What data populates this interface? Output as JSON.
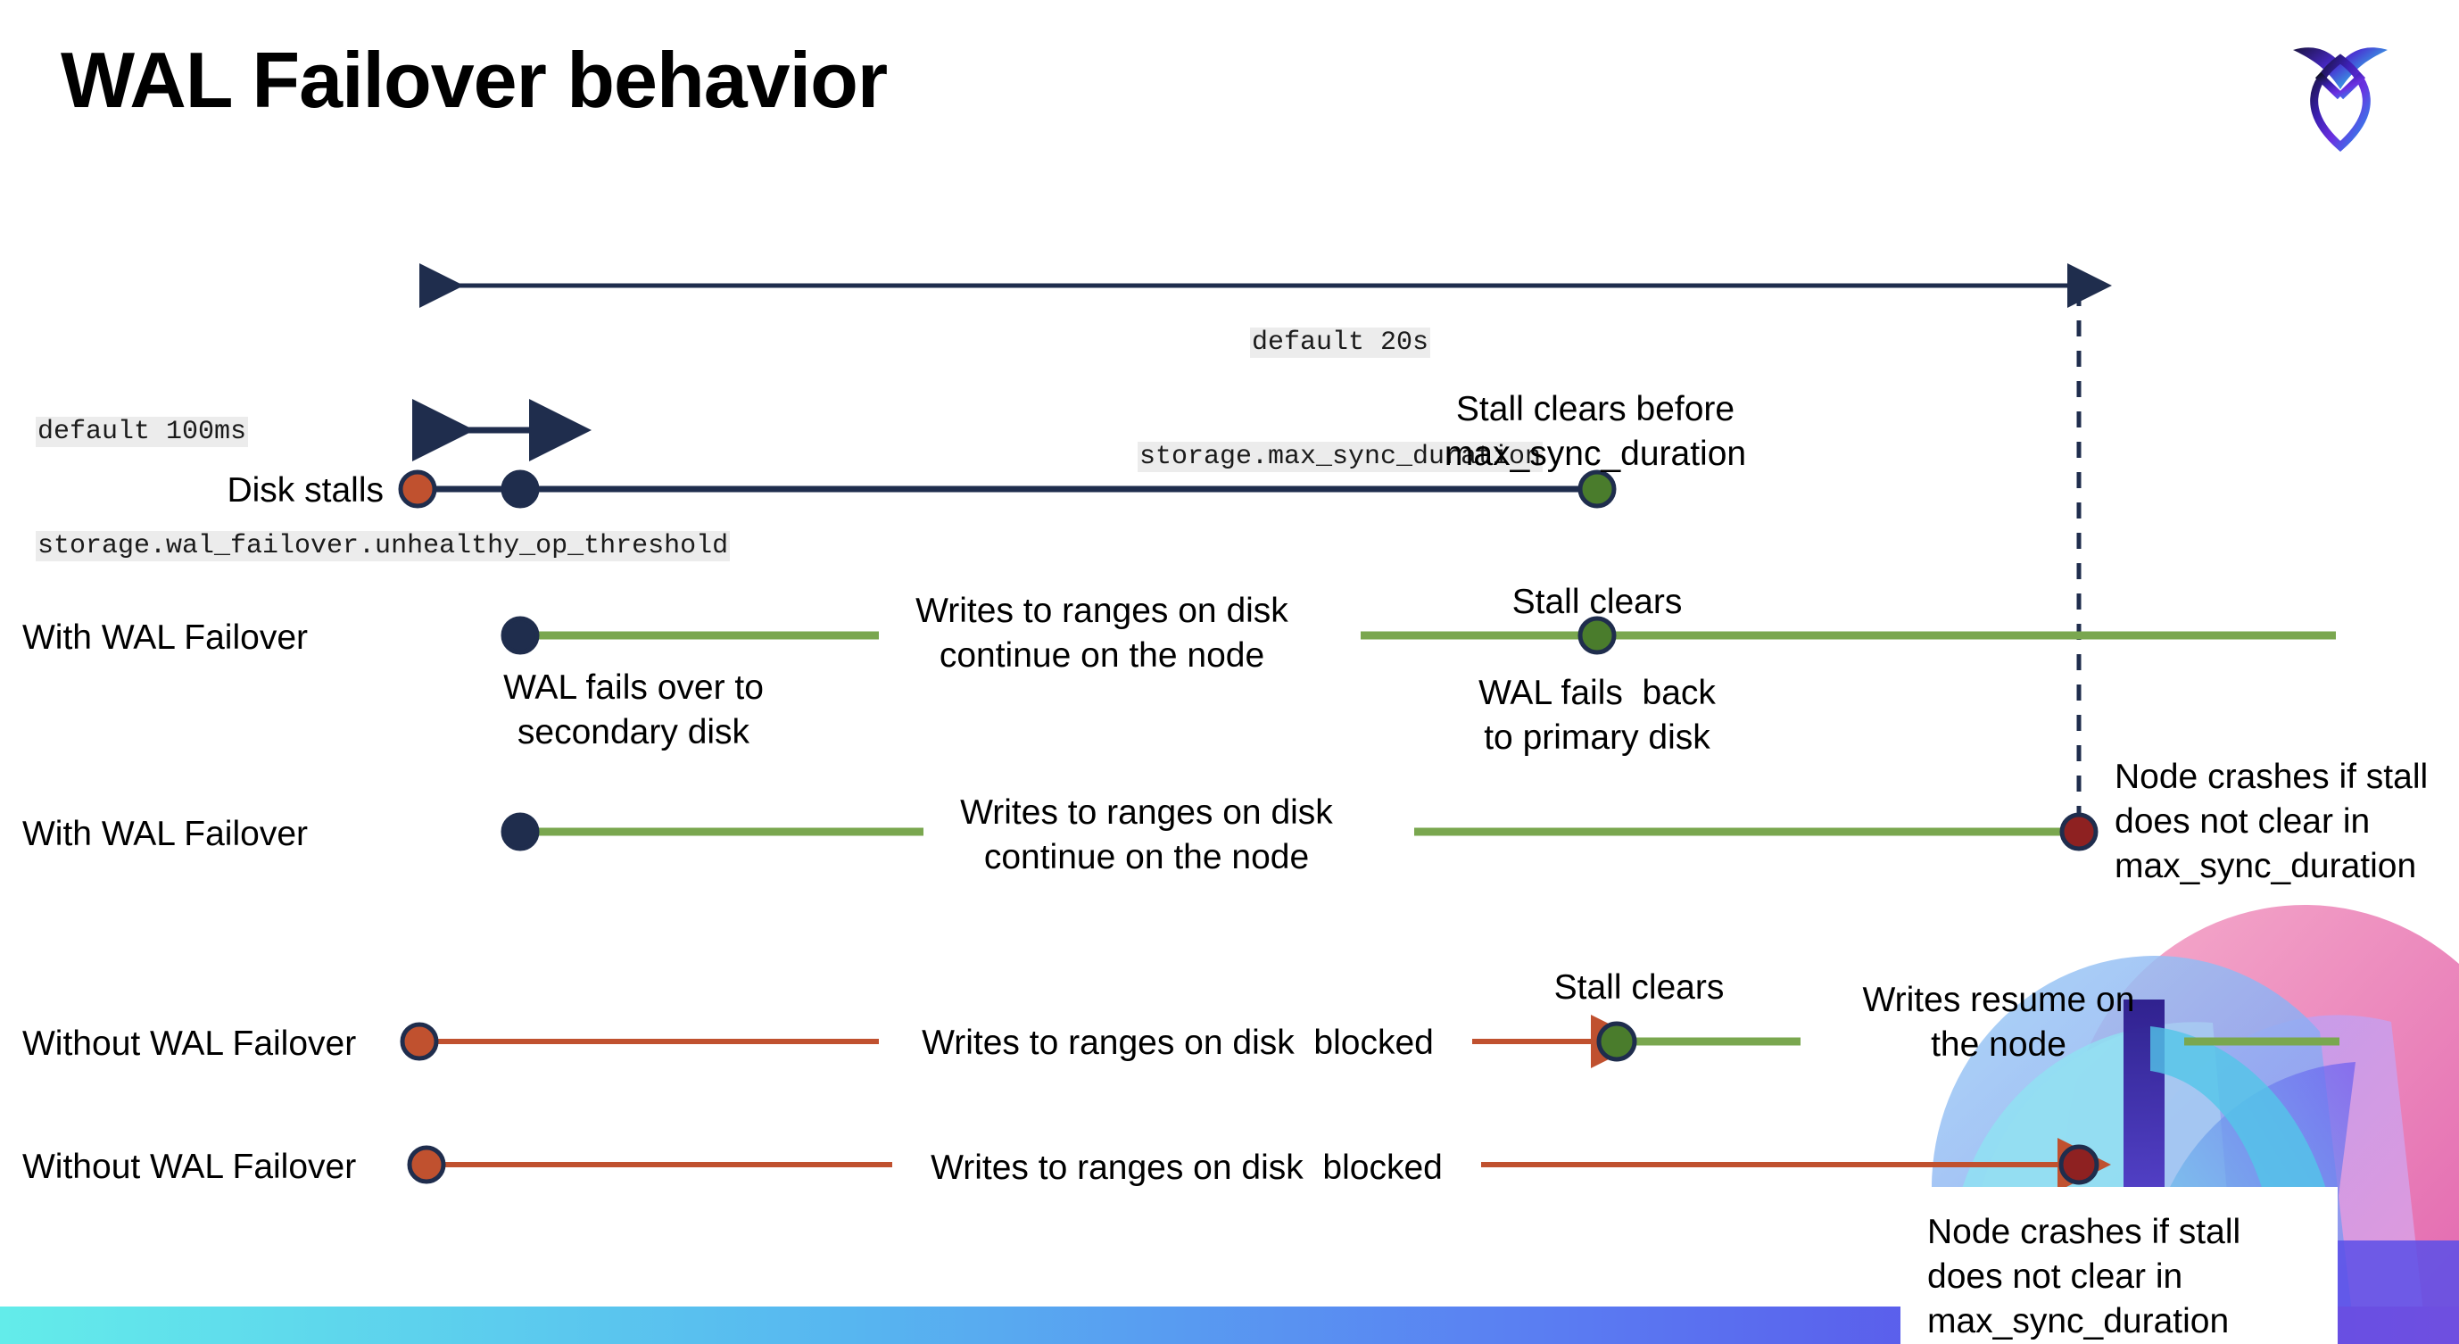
{
  "slide": {
    "title": "WAL Failover behavior",
    "logo_name": "cockroachdb-logo"
  },
  "annotations": {
    "max_sync": {
      "line1": "default 20s",
      "line2": "storage.max_sync_duration"
    },
    "unhealthy": {
      "line1": "default 100ms",
      "line2": "storage.wal_failover.unhealthy_op_threshold"
    }
  },
  "rows": [
    {
      "id": "disk-stalls",
      "label": "Disk stalls",
      "notes": [
        {
          "id": "stall-clears-before",
          "text": "Stall clears before\nmax_sync_duration"
        }
      ]
    },
    {
      "id": "with-wal-failover-1",
      "label": "With WAL Failover",
      "notes": [
        {
          "id": "wal-fails-over",
          "text": "WAL fails over to\nsecondary disk"
        },
        {
          "id": "writes-continue-1",
          "text": "Writes to ranges on disk\ncontinue on the node"
        },
        {
          "id": "stall-clears-1",
          "text": "Stall clears"
        },
        {
          "id": "wal-fails-back",
          "text": "WAL fails  back\nto primary disk"
        }
      ]
    },
    {
      "id": "with-wal-failover-2",
      "label": "With WAL Failover",
      "notes": [
        {
          "id": "writes-continue-2",
          "text": "Writes to ranges on disk\ncontinue on the node"
        },
        {
          "id": "node-crashes-1",
          "text": "Node crashes if stall\ndoes not clear in\nmax_sync_duration"
        }
      ]
    },
    {
      "id": "without-wal-failover-1",
      "label": "Without WAL Failover",
      "notes": [
        {
          "id": "writes-blocked-1",
          "text": "Writes to ranges on disk  blocked"
        },
        {
          "id": "stall-clears-2",
          "text": "Stall clears"
        },
        {
          "id": "writes-resume",
          "text": "Writes resume on\nthe node"
        }
      ]
    },
    {
      "id": "without-wal-failover-2",
      "label": "Without WAL Failover",
      "notes": [
        {
          "id": "writes-blocked-2",
          "text": "Writes to ranges on disk  blocked"
        },
        {
          "id": "node-crashes-2",
          "text": "Node crashes if stall\ndoes not clear in\nmax_sync_duration"
        }
      ]
    }
  ],
  "colors": {
    "navy": "#1f2d4d",
    "orange": "#c0512f",
    "green_dot": "#4a7c2c",
    "green_line": "#7aa74f",
    "dark_red": "#8e2121",
    "code_bg": "#ececec",
    "bar_start": "#63ecea",
    "bar_end": "#6f4fe0"
  }
}
